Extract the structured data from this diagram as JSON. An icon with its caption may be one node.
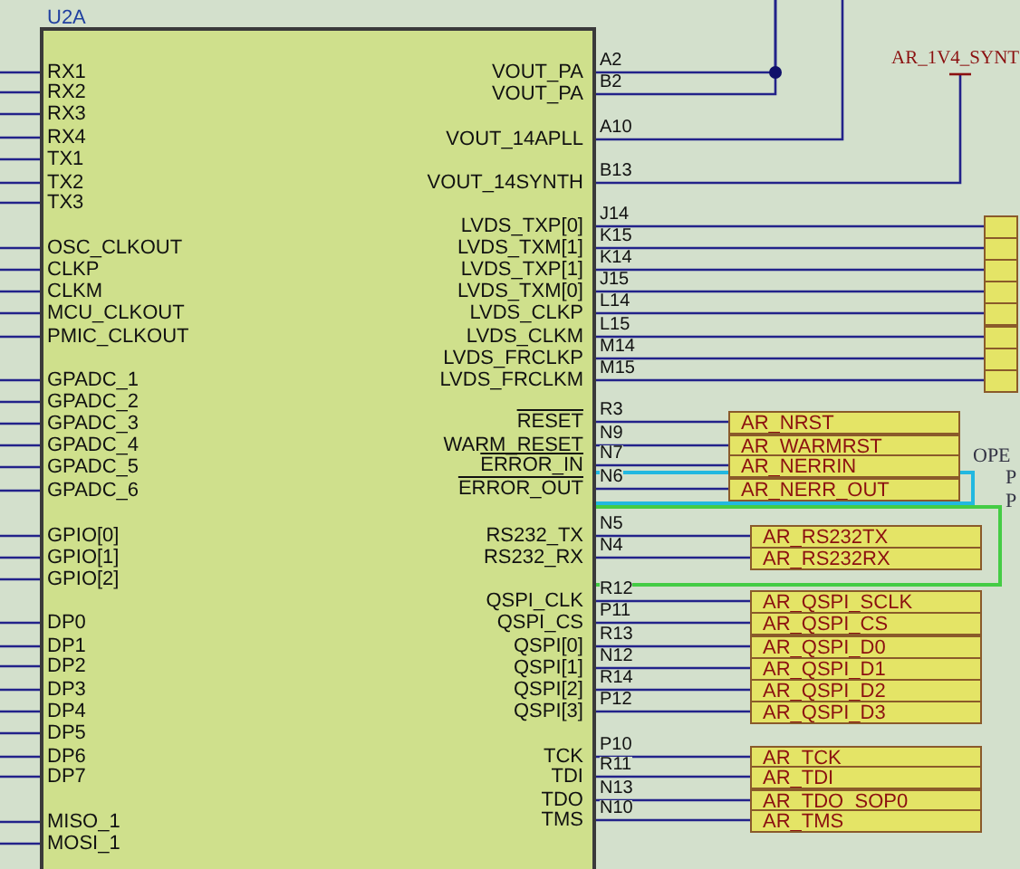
{
  "diagram": {
    "nodes": [
      {
        "text": [
          "U2A"
        ]
      },
      {
        "text": [
          "AR_1V4_SYNT"
        ]
      },
      {
        "text": [],
        "shape": "box"
      },
      {
        "text": [],
        "shape": "box"
      },
      {
        "text": [],
        "shape": "box"
      },
      {
        "text": [],
        "shape": "box"
      },
      {
        "text": [],
        "shape": "box"
      },
      {
        "text": [],
        "shape": "box"
      },
      {
        "text": [],
        "shape": "box"
      },
      {
        "text": [],
        "shape": "box"
      },
      {
        "text": [
          "AR_NRST"
        ]
      },
      {
        "text": [
          "AR_WARMRST"
        ]
      },
      {
        "text": [
          "AR_NERRIN"
        ]
      },
      {
        "text": [
          "AR_NERR_OUT"
        ]
      },
      {
        "text": [
          "AR_RS232TX"
        ]
      },
      {
        "text": [
          "AR_RS232RX"
        ]
      },
      {
        "text": [
          "AR_QSPI_SCLK"
        ]
      },
      {
        "text": [
          "AR_QSPI_CS"
        ]
      },
      {
        "text": [
          "AR_QSPI_D0"
        ]
      },
      {
        "text": [
          "AR_QSPI_D1"
        ]
      },
      {
        "text": [
          "AR_QSPI_D2"
        ]
      },
      {
        "text": [
          "AR_QSPI_D3"
        ]
      },
      {
        "text": [
          "AR_TCK"
        ]
      },
      {
        "text": [
          "AR_TDI"
        ]
      },
      {
        "text": [
          "AR_TDO_SOP0"
        ]
      },
      {
        "text": [
          "AR_TMS"
        ]
      }
    ],
    "edges": [
      {
        "from": 0,
        "to": null,
        "arrow": "none",
        "label": "A2"
      },
      {
        "from": 0,
        "to": null,
        "arrow": "none",
        "label": "B2"
      },
      {
        "from": 0,
        "to": null,
        "arrow": "none",
        "label": "A10"
      },
      {
        "from": 0,
        "to": 1,
        "arrow": "none",
        "label": "B13"
      },
      {
        "from": 0,
        "to": 2,
        "arrow": "none",
        "label": "J14"
      },
      {
        "from": 0,
        "to": 3,
        "arrow": "none",
        "label": "K15"
      },
      {
        "from": 0,
        "to": 4,
        "arrow": "none",
        "label": "K14"
      },
      {
        "from": 0,
        "to": 5,
        "arrow": "none",
        "label": "J15"
      },
      {
        "from": 0,
        "to": 6,
        "arrow": "none",
        "label": "L14"
      },
      {
        "from": 0,
        "to": 7,
        "arrow": "none",
        "label": "L15"
      },
      {
        "from": 0,
        "to": 8,
        "arrow": "none",
        "label": "M14"
      },
      {
        "from": 0,
        "to": 9,
        "arrow": "none",
        "label": "M15"
      },
      {
        "from": 0,
        "to": 10,
        "arrow": "none",
        "label": "R3"
      },
      {
        "from": 0,
        "to": 11,
        "arrow": "none",
        "label": "N9"
      },
      {
        "from": 0,
        "to": 12,
        "arrow": "none",
        "label": "N7"
      },
      {
        "from": 0,
        "to": 13,
        "arrow": "none",
        "label": "N6"
      },
      {
        "from": 0,
        "to": 14,
        "arrow": "none",
        "label": "N5"
      },
      {
        "from": 0,
        "to": 15,
        "arrow": "none",
        "label": "N4"
      },
      {
        "from": 0,
        "to": 16,
        "arrow": "none",
        "label": "R12"
      },
      {
        "from": 0,
        "to": 17,
        "arrow": "none",
        "label": "P11"
      },
      {
        "from": 0,
        "to": 18,
        "arrow": "none",
        "label": "R13"
      },
      {
        "from": 0,
        "to": 19,
        "arrow": "none",
        "label": "N12"
      },
      {
        "from": 0,
        "to": 20,
        "arrow": "none",
        "label": "R14"
      },
      {
        "from": 0,
        "to": 21,
        "arrow": "none",
        "label": "P12"
      },
      {
        "from": 0,
        "to": 22,
        "arrow": "none",
        "label": "P10"
      },
      {
        "from": 0,
        "to": 23,
        "arrow": "none",
        "label": "R11"
      },
      {
        "from": 0,
        "to": 24,
        "arrow": "none",
        "label": "N13"
      },
      {
        "from": 0,
        "to": 25,
        "arrow": "none",
        "label": "N10"
      }
    ],
    "labels": [
      "RX1",
      "RX2",
      "RX3",
      "RX4",
      "TX1",
      "TX2",
      "TX3",
      "OSC_CLKOUT",
      "CLKP",
      "CLKM",
      "MCU_CLKOUT",
      "PMIC_CLKOUT",
      "GPADC_1",
      "GPADC_2",
      "GPADC_3",
      "GPADC_4",
      "GPADC_5",
      "GPADC_6",
      "GPIO[0]",
      "GPIO[1]",
      "GPIO[2]",
      "DP0",
      "DP1",
      "DP2",
      "DP3",
      "DP4",
      "DP5",
      "DP6",
      "DP7",
      "MISO_1",
      "MOSI_1",
      "VOUT_PA",
      "VOUT_PA",
      "VOUT_14APLL",
      "VOUT_14SYNTH",
      "LVDS_TXP[0]",
      "LVDS_TXM[1]",
      "LVDS_TXP[1]",
      "LVDS_TXM[0]",
      "LVDS_CLKP",
      "LVDS_CLKM",
      "LVDS_FRCLKP",
      "LVDS_FRCLKM",
      "RESET",
      "WARM_RESET",
      "ERROR_IN",
      "ERROR_OUT",
      "RS232_TX",
      "RS232_RX",
      "QSPI_CLK",
      "QSPI_CS",
      "QSPI[0]",
      "QSPI[1]",
      "QSPI[2]",
      "QSPI[3]",
      "TCK",
      "TDI",
      "TDO",
      "TMS",
      "OPE",
      "P",
      "P"
    ]
  }
}
